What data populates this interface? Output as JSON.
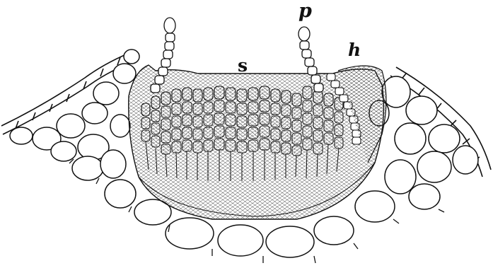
{
  "labels": {
    "s": "s",
    "p": "p",
    "h": "h"
  },
  "colors": {
    "ink": "#111111",
    "paper": "#ffffff",
    "spore_fill": "#c9c9c9"
  }
}
